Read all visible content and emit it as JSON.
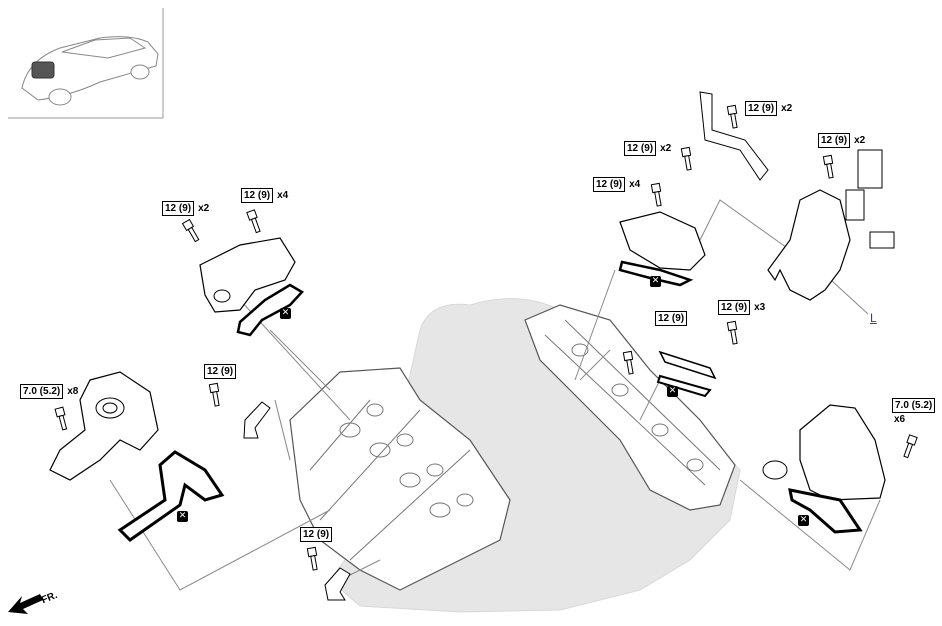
{
  "torque_labels": [
    {
      "value": "12 (9)",
      "qty": "x2"
    },
    {
      "value": "12 (9)",
      "qty": "x2"
    },
    {
      "value": "12 (9)",
      "qty": "x4"
    },
    {
      "value": "12 (9)",
      "qty": "x2"
    },
    {
      "value": "12 (9)",
      "qty": "x2"
    },
    {
      "value": "12 (9)",
      "qty": "x4"
    },
    {
      "value": "12 (9)",
      "qty": ""
    },
    {
      "value": "12 (9)",
      "qty": "x3"
    },
    {
      "value": "12 (9)",
      "qty": ""
    },
    {
      "value": "7.0 (5.2)",
      "qty": "x8"
    },
    {
      "value": "7.0 (5.2)",
      "qty": "x6"
    },
    {
      "value": "12 (9)",
      "qty": ""
    }
  ],
  "non_reusable_mark": "✕",
  "callout_label": "L",
  "front_label": "FR.",
  "colors": {
    "line": "#000000",
    "engine_fill": "#e6e6e6",
    "part_fill": "#ffffff",
    "link": "#1a3fd6",
    "thumb_border": "#999999"
  }
}
